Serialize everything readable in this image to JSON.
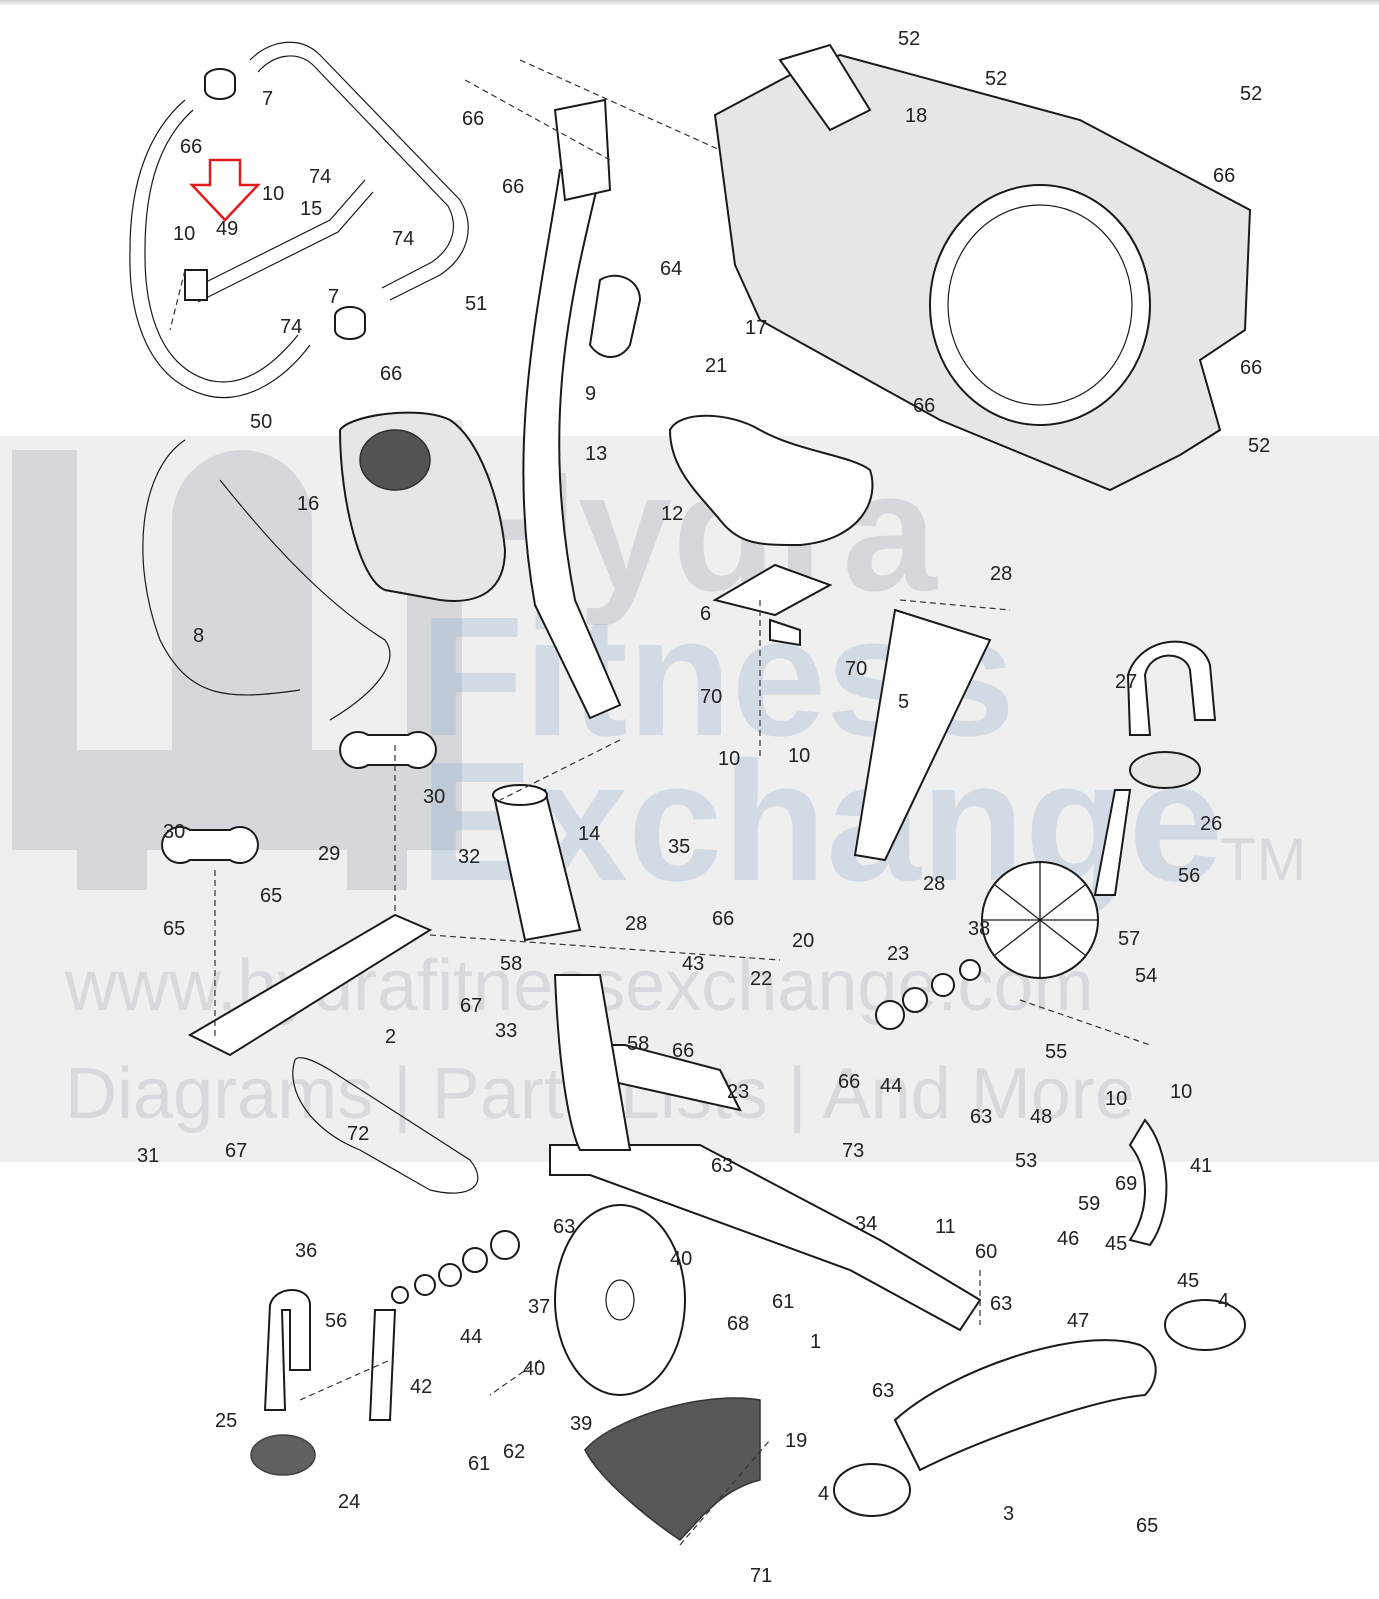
{
  "watermark": {
    "line1": "Hydra",
    "line2": "Fitness",
    "line3": "Exchange",
    "tm": "TM",
    "url": "www.hydrafitnessexchange.com",
    "tagline": "Diagrams | Parts Lists | And More"
  },
  "highlight": {
    "arrow_color": "#e01b1b",
    "target_part": "49"
  },
  "part_labels": [
    "52",
    "52",
    "52",
    "7",
    "66",
    "10",
    "49",
    "10",
    "74",
    "15",
    "74",
    "74",
    "7",
    "66",
    "51",
    "50",
    "66",
    "66",
    "64",
    "21",
    "9",
    "18",
    "66",
    "17",
    "66",
    "66",
    "52",
    "13",
    "16",
    "8",
    "12",
    "6",
    "28",
    "70",
    "70",
    "10",
    "10",
    "5",
    "27",
    "26",
    "30",
    "29",
    "30",
    "14",
    "35",
    "32",
    "65",
    "65",
    "2",
    "67",
    "31",
    "67",
    "72",
    "28",
    "66",
    "43",
    "22",
    "58",
    "58",
    "33",
    "66",
    "23",
    "20",
    "28",
    "23",
    "38",
    "54",
    "57",
    "56",
    "44",
    "55",
    "10",
    "10",
    "63",
    "48",
    "66",
    "73",
    "63",
    "53",
    "59",
    "69",
    "41",
    "63",
    "34",
    "11",
    "60",
    "46",
    "45",
    "45",
    "47",
    "4",
    "36",
    "63",
    "40",
    "61",
    "68",
    "37",
    "40",
    "1",
    "63",
    "4",
    "44",
    "56",
    "42",
    "25",
    "39",
    "62",
    "61",
    "24",
    "19",
    "3",
    "65",
    "71"
  ]
}
